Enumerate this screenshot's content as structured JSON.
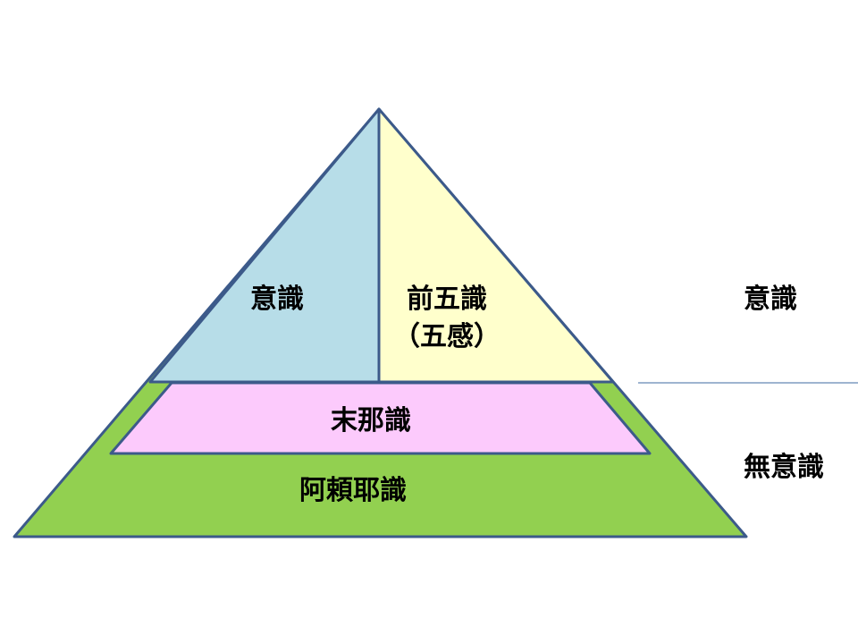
{
  "colors": {
    "outline": "#3c5a8a",
    "alaya": "#92d050",
    "manas": "#fccafc",
    "mano": "#b7dde8",
    "five": "#ffffcc",
    "divider": "#7f9cc0"
  },
  "layers": {
    "mano": "意識",
    "five_line1": "前五識",
    "five_line2": "（五感）",
    "manas": "末那識",
    "alaya": "阿頼耶識"
  },
  "side_labels": {
    "conscious": "意識",
    "unconscious": "無意識"
  }
}
